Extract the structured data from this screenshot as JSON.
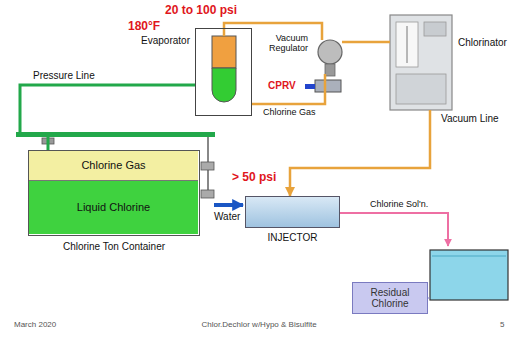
{
  "diagram": {
    "nodes": [
      {
        "text": [
          "Evaporator"
        ]
      },
      {
        "text": [
          "Vacuum Regulator"
        ]
      },
      {
        "text": [
          "Chlorinator"
        ]
      },
      {
        "text": [
          "Chlorine Ton Container"
        ]
      },
      {
        "text": [
          "Chlorine Gas"
        ],
        "in": 3
      },
      {
        "text": [
          "Liquid Chlorine"
        ],
        "in": 3
      },
      {
        "text": [
          "INJECTOR"
        ]
      },
      {
        "text": [
          "Residual Chlorine"
        ]
      }
    ],
    "edges": [
      {
        "from": 3,
        "to": 0,
        "label": "Pressure Line",
        "arrow": "none"
      },
      {
        "from": 0,
        "to": 1,
        "label": "Chlorine Gas",
        "arrow": "none"
      },
      {
        "from": 1,
        "to": 2,
        "arrow": "none"
      },
      {
        "from": 2,
        "to": 6,
        "label": "Vacuum Line",
        "arrow": "to"
      }
    ],
    "labels": [
      "20 to 100 psi",
      "180°F",
      "CPRV",
      "> 50 psi",
      "Water",
      "Chlorine Sol'n.",
      "March 2020",
      "Chlor.Dechlor w/Hypo & Bisulfite",
      "5"
    ]
  }
}
